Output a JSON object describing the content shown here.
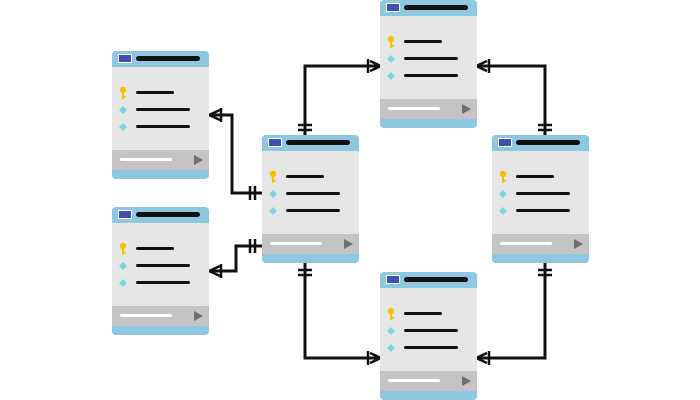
{
  "diagram": {
    "colors": {
      "header": "#8ec7e0",
      "icon": "#3f51b5",
      "body": "#e6e6e6",
      "footer": "#c4c4c4",
      "key": "#f2c200",
      "diamond": "#7fd3e0",
      "line": "#111111"
    },
    "tables": [
      {
        "id": "t1",
        "rows": [
          "key-icon",
          "diamond-icon",
          "diamond-icon"
        ]
      },
      {
        "id": "t2",
        "rows": [
          "key-icon",
          "diamond-icon",
          "diamond-icon"
        ]
      },
      {
        "id": "t3",
        "rows": [
          "key-icon",
          "diamond-icon",
          "diamond-icon"
        ]
      },
      {
        "id": "t4",
        "rows": [
          "key-icon",
          "diamond-icon",
          "diamond-icon"
        ]
      },
      {
        "id": "t5",
        "rows": [
          "key-icon",
          "diamond-icon",
          "diamond-icon"
        ]
      },
      {
        "id": "t6",
        "rows": [
          "key-icon",
          "diamond-icon",
          "diamond-icon"
        ]
      }
    ],
    "relationships": [
      {
        "from": "t1",
        "to": "t3",
        "from_end": "many",
        "to_end": "one"
      },
      {
        "from": "t2",
        "to": "t3",
        "from_end": "many",
        "to_end": "one"
      },
      {
        "from": "t3",
        "to": "t4",
        "from_end": "one",
        "to_end": "many"
      },
      {
        "from": "t4",
        "to": "t5",
        "from_end": "many",
        "to_end": "one"
      },
      {
        "from": "t5",
        "to": "t6",
        "from_end": "one",
        "to_end": "many"
      },
      {
        "from": "t6",
        "to": "t3",
        "from_end": "many",
        "to_end": "one"
      }
    ]
  }
}
